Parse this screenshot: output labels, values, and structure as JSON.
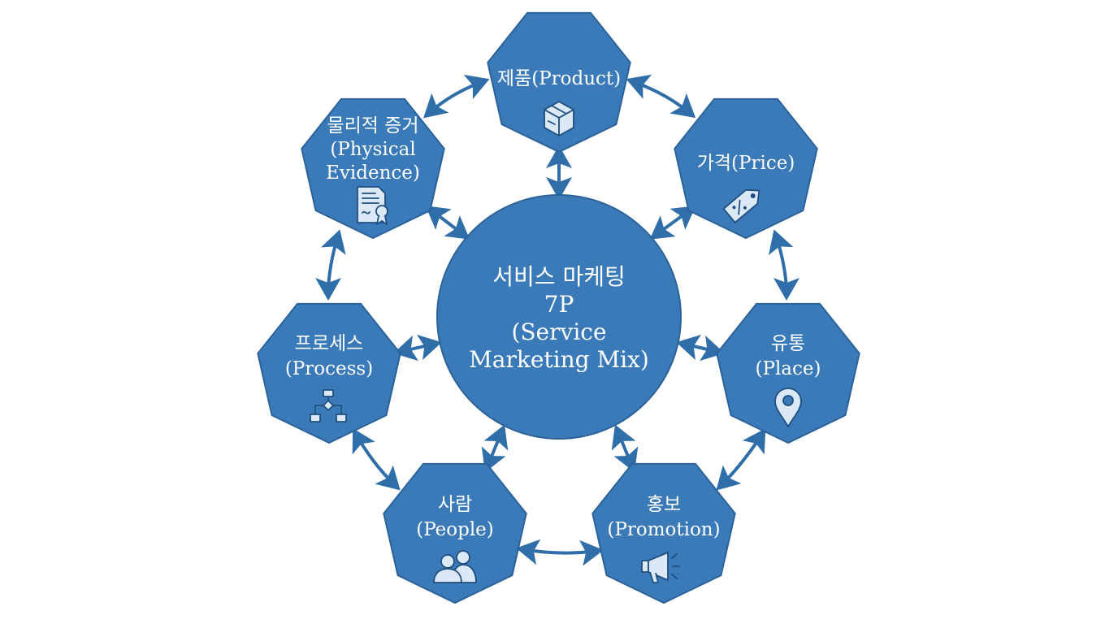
{
  "colors": {
    "node_fill": "#3a7ab9",
    "node_stroke": "#2b6299",
    "arrow": "#2f6ea8",
    "text": "#ffffff",
    "icon_fill": "#dbe8f5",
    "icon_stroke": "#1f4f80"
  },
  "center": {
    "lines": [
      "서비스 마케팅",
      "7P",
      "(Service",
      "Marketing Mix)"
    ]
  },
  "nodes": [
    {
      "id": "product",
      "lines": [
        "제품(Product)"
      ],
      "icon": "box-icon"
    },
    {
      "id": "price",
      "lines": [
        "가격(Price)"
      ],
      "icon": "price-tag-icon"
    },
    {
      "id": "place",
      "lines": [
        "유통",
        "(Place)"
      ],
      "icon": "location-pin-icon"
    },
    {
      "id": "promotion",
      "lines": [
        "홍보",
        "(Promotion)"
      ],
      "icon": "megaphone-icon"
    },
    {
      "id": "people",
      "lines": [
        "사람",
        "(People)"
      ],
      "icon": "people-icon"
    },
    {
      "id": "process",
      "lines": [
        "프로세스",
        "(Process)"
      ],
      "icon": "flowchart-icon"
    },
    {
      "id": "physical-evidence",
      "lines": [
        "물리적 증거",
        "(Physical",
        "Evidence)"
      ],
      "icon": "certificate-icon"
    }
  ]
}
